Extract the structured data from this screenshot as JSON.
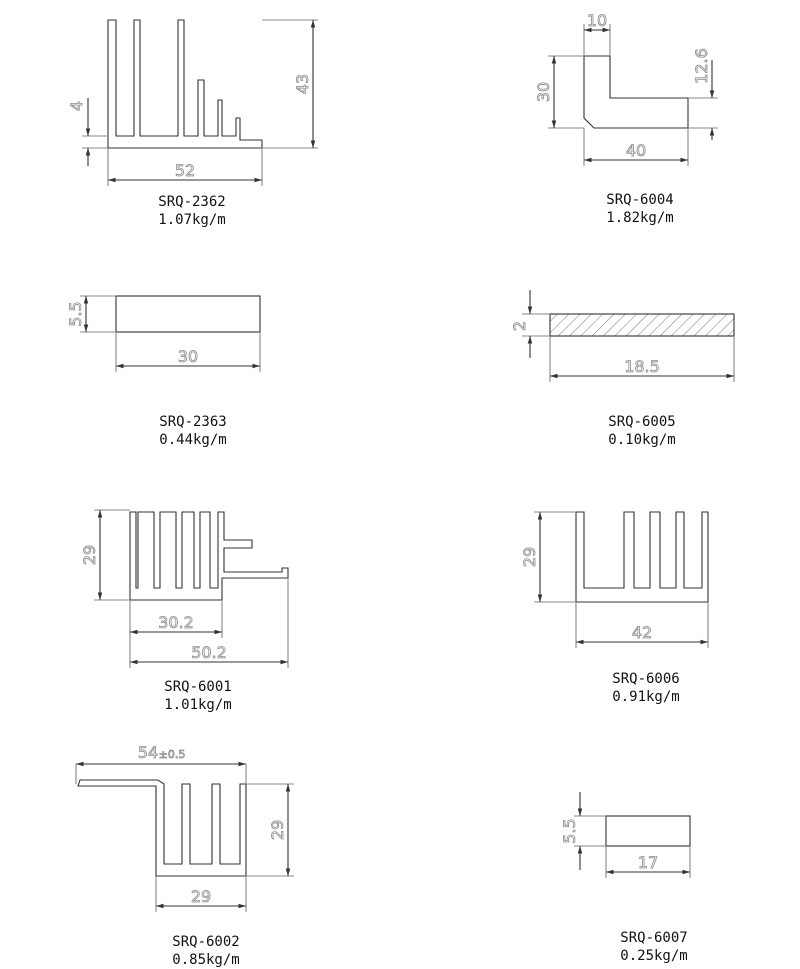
{
  "parts": [
    {
      "code": "SRQ-2362",
      "weight": "1.07kg/m",
      "dims": [
        "4",
        "43",
        "52"
      ]
    },
    {
      "code": "SRQ-6004",
      "weight": "1.82kg/m",
      "dims": [
        "10",
        "30",
        "12.6",
        "40"
      ]
    },
    {
      "code": "SRQ-2363",
      "weight": "0.44kg/m",
      "dims": [
        "5.5",
        "30"
      ]
    },
    {
      "code": "SRQ-6005",
      "weight": "0.10kg/m",
      "dims": [
        "2",
        "18.5"
      ]
    },
    {
      "code": "SRQ-6001",
      "weight": "1.01kg/m",
      "dims": [
        "29",
        "30.2",
        "50.2"
      ]
    },
    {
      "code": "SRQ-6006",
      "weight": "0.91kg/m",
      "dims": [
        "29",
        "42"
      ]
    },
    {
      "code": "SRQ-6002",
      "weight": "0.85kg/m",
      "dims": [
        "54",
        "±0.5",
        "29",
        "29"
      ]
    },
    {
      "code": "SRQ-6007",
      "weight": "0.25kg/m",
      "dims": [
        "5.5",
        "17"
      ]
    }
  ]
}
